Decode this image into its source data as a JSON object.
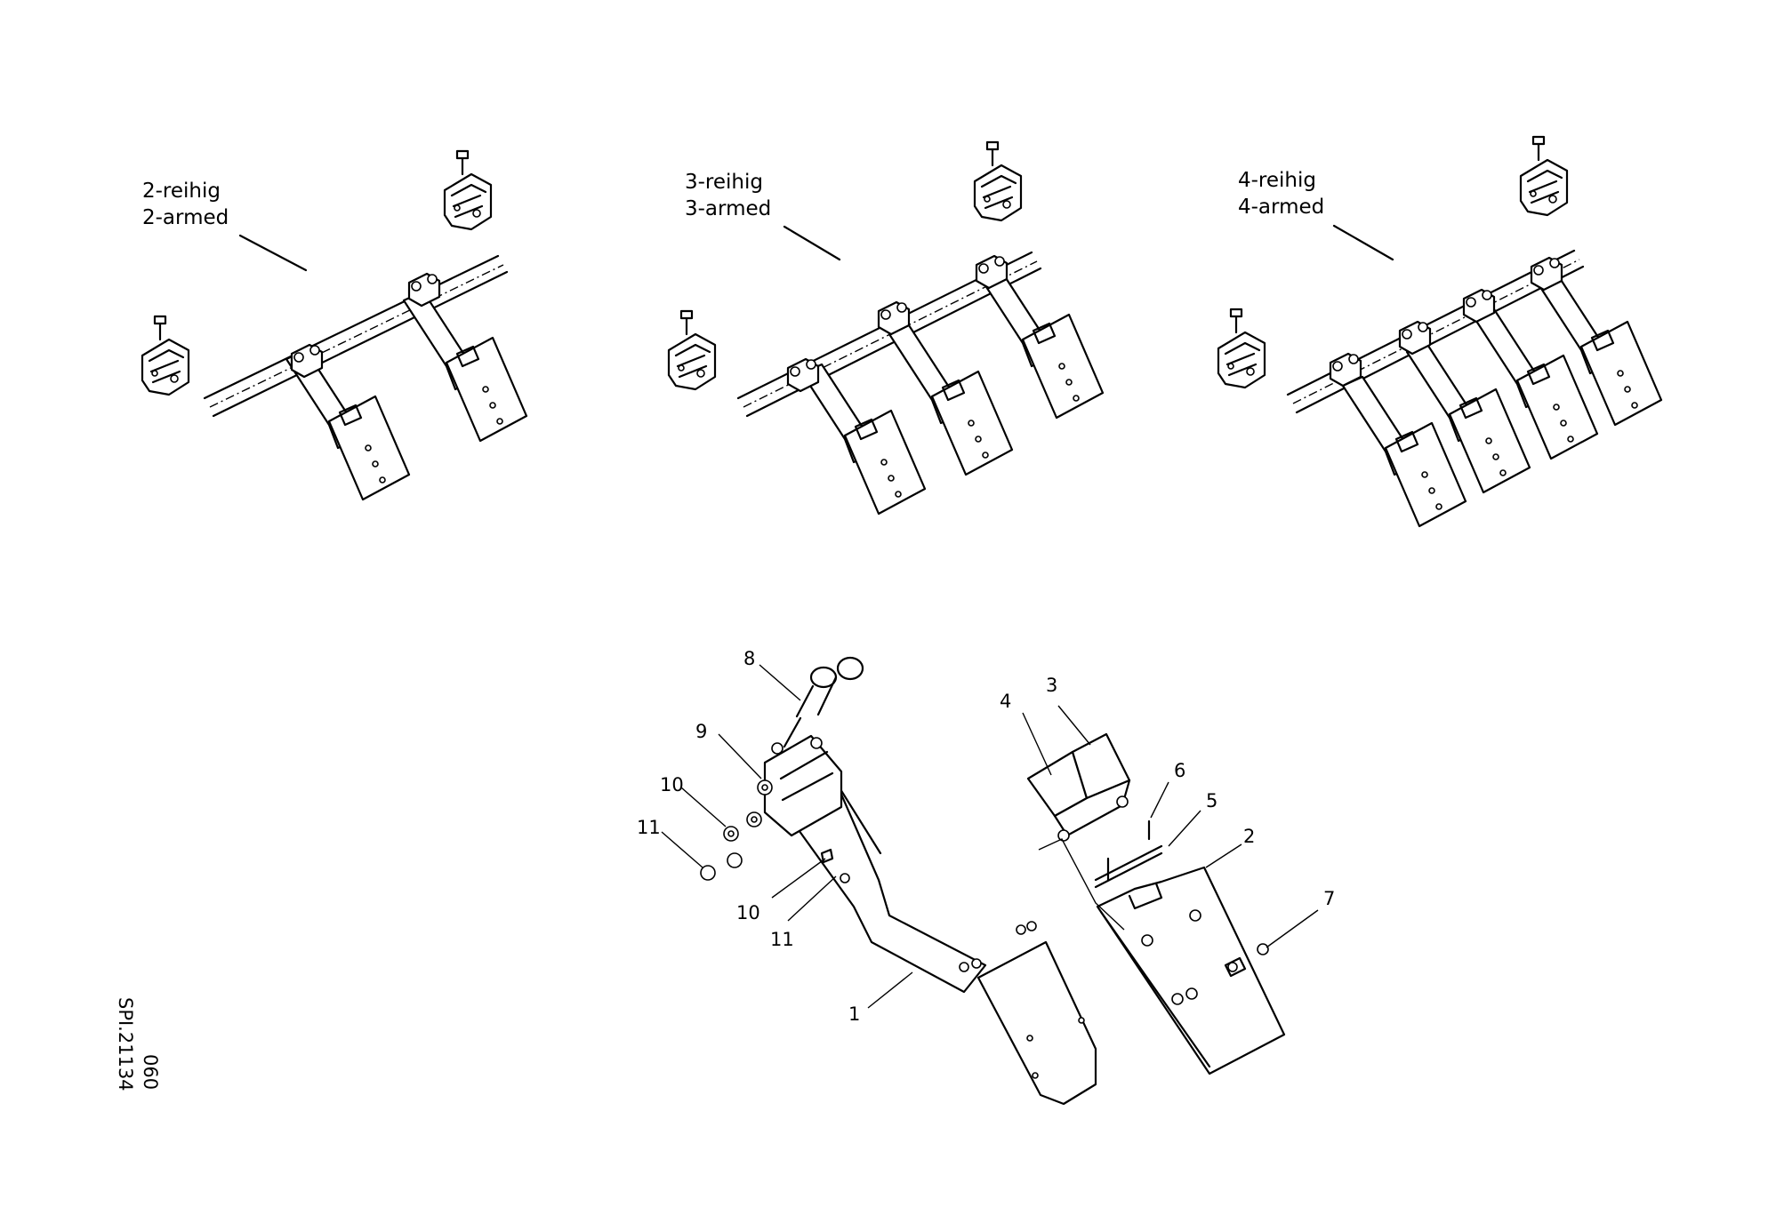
{
  "variants": [
    {
      "label_de": "2-reihig",
      "label_en": "2-armed"
    },
    {
      "label_de": "3-reihig",
      "label_en": "3-armed"
    },
    {
      "label_de": "4-reihig",
      "label_en": "4-armed"
    }
  ],
  "callouts": [
    "8",
    "9",
    "10",
    "11",
    "4",
    "3",
    "6",
    "5",
    "2",
    "7",
    "10",
    "11",
    "1"
  ],
  "drawing_ref": {
    "code": "SPI.21134",
    "sheet": "060"
  }
}
